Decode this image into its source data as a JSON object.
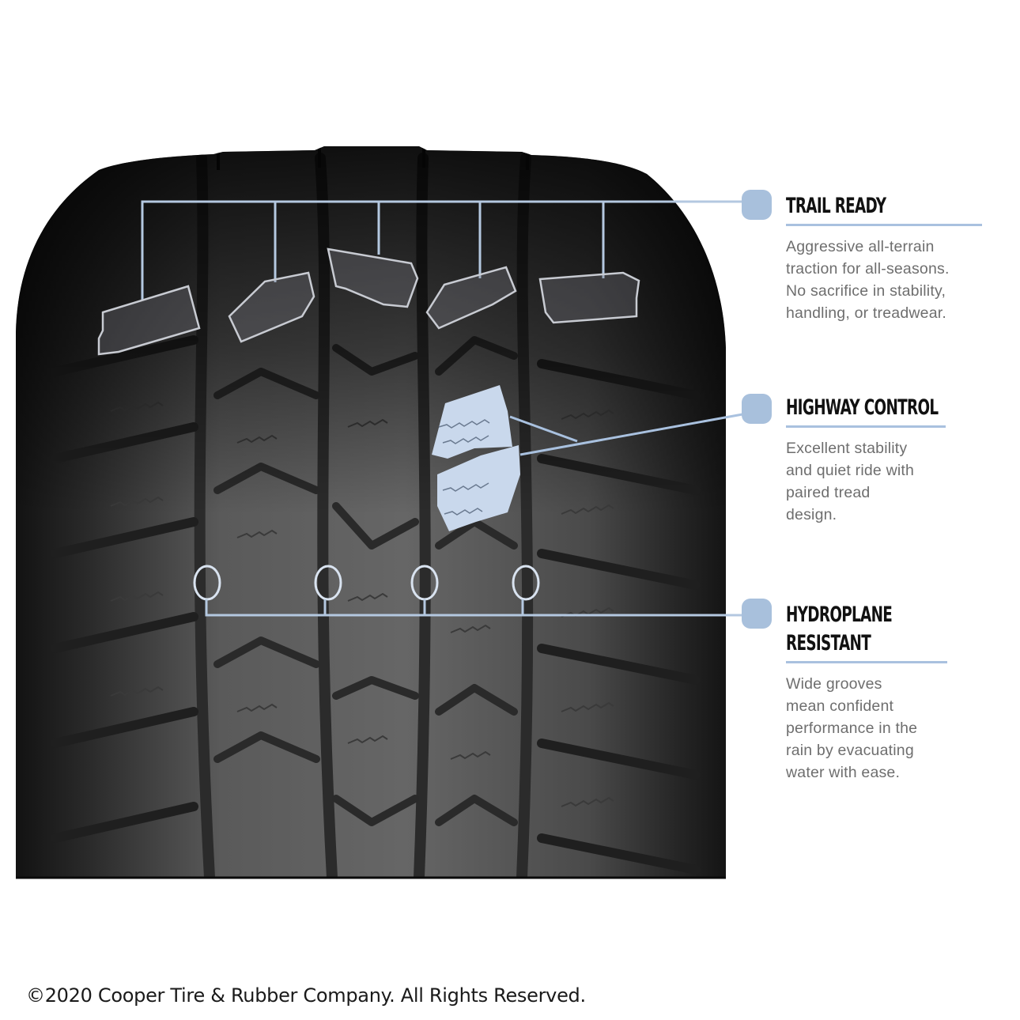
{
  "image": {
    "subject": "All-terrain tire tread close-up with feature callouts"
  },
  "colors": {
    "accent_blue": "#a9c1df",
    "callout_marker": "#a8c0dc",
    "tire_dark": "#1a1a1a",
    "tread_mid": "#5a5a5a",
    "heading_text": "#111111",
    "body_text": "#6e6e6e",
    "highlight_fill": "#c9d8ec"
  },
  "callouts": [
    {
      "id": "trail-ready",
      "title": "TRAIL READY",
      "body": "Aggressive all-terrain\ntraction for all-seasons.\nNo sacrifice in stability,\nhandling, or treadwear.",
      "marker_icon": "rounded-square-marker",
      "target": "shoulder tread blocks (5 outlined)"
    },
    {
      "id": "highway-control",
      "title": "HIGHWAY CONTROL",
      "body": "Excellent stability\nand quiet ride with\npaired tread\ndesign.",
      "marker_icon": "rounded-square-marker",
      "target": "paired center tread blocks (highlighted)"
    },
    {
      "id": "hydroplane-resistant",
      "title": "HYDROPLANE\nRESISTANT",
      "title_lines": [
        "HYDROPLANE",
        "RESISTANT"
      ],
      "body": "Wide grooves\nmean confident\nperformance in the\nrain by evacuating\nwater with ease.",
      "marker_icon": "rounded-square-marker",
      "target": "circumferential grooves (4 circled)"
    }
  ],
  "footer": {
    "copyright": "©2020 Cooper Tire & Rubber Company. All Rights Reserved."
  }
}
